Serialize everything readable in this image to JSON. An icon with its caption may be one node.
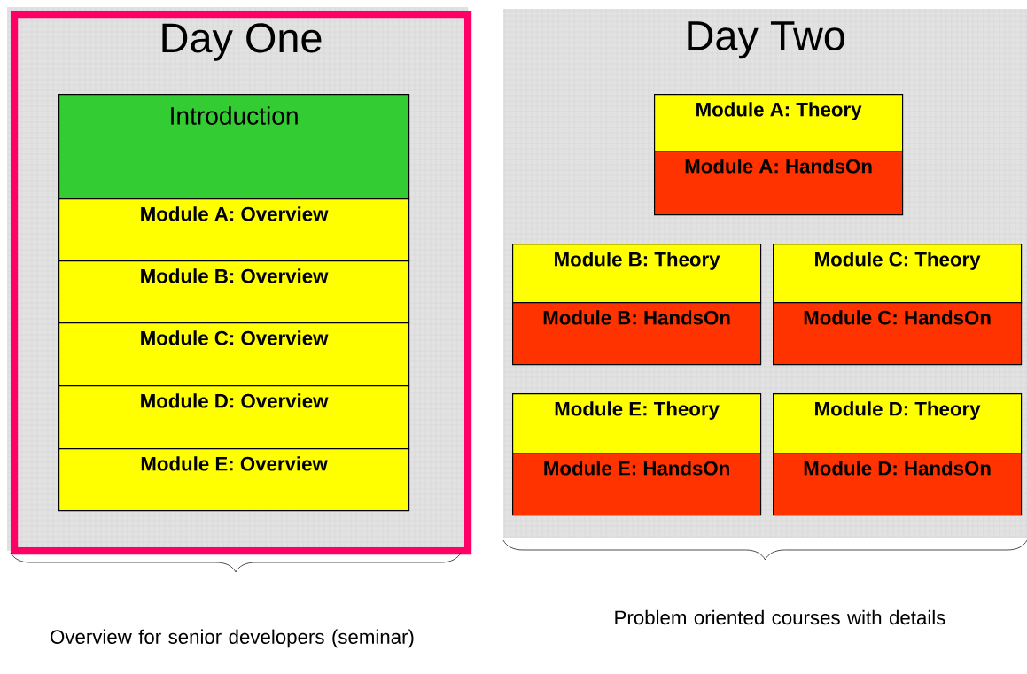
{
  "diagram": {
    "nodes": [
      {
        "text": [
          "Day One"
        ]
      },
      {
        "text": [
          "Introduction"
        ],
        "in": 0
      },
      {
        "text": [
          "Module A: Overview"
        ],
        "in": 0
      },
      {
        "text": [
          "Module B: Overview"
        ],
        "in": 0
      },
      {
        "text": [
          "Module C: Overview"
        ],
        "in": 0
      },
      {
        "text": [
          "Module D: Overview"
        ],
        "in": 0
      },
      {
        "text": [
          "Module E: Overview"
        ],
        "in": 0
      },
      {
        "text": [
          "Day Two"
        ]
      },
      {
        "text": [
          "Module A: Theory"
        ],
        "in": 7
      },
      {
        "text": [
          "Module A: HandsOn"
        ],
        "in": 7
      },
      {
        "text": [
          "Module B: Theory"
        ],
        "in": 7
      },
      {
        "text": [
          "Module B: HandsOn"
        ],
        "in": 7
      },
      {
        "text": [
          "Module C: Theory"
        ],
        "in": 7
      },
      {
        "text": [
          "Module C: HandsOn"
        ],
        "in": 7
      },
      {
        "text": [
          "Module E: Theory"
        ],
        "in": 7
      },
      {
        "text": [
          "Module E: HandsOn"
        ],
        "in": 7
      },
      {
        "text": [
          "Module D: Theory"
        ],
        "in": 7
      },
      {
        "text": [
          "Module D: HandsOn"
        ],
        "in": 7
      }
    ],
    "labels": [
      "Overview for senior developers (seminar)",
      "Problem oriented courses with details"
    ]
  }
}
